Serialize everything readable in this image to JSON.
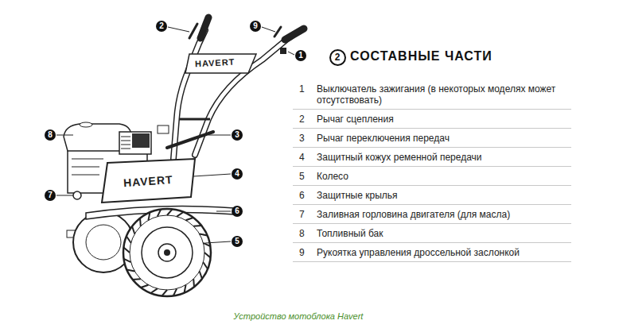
{
  "diagram": {
    "title": "СОСТАВНЫЕ ЧАСТИ",
    "caption": "Устройство мотоблока Havert",
    "nodes": [
      {
        "text": [
          "2"
        ]
      },
      {
        "text": [
          "9"
        ]
      },
      {
        "text": [
          "1"
        ]
      },
      {
        "text": [
          "2"
        ]
      },
      {
        "text": [
          "8"
        ]
      },
      {
        "text": [
          "3"
        ]
      },
      {
        "text": [
          "4"
        ]
      },
      {
        "text": [
          "7"
        ]
      },
      {
        "text": [
          "6"
        ]
      },
      {
        "text": [
          "5"
        ]
      }
    ],
    "labels": [
      "HAVERT",
      "HAVERT",
      "1",
      "Выключатель зажигания (в некоторых моделях может отсутствовать)",
      "2",
      "Рычаг сцепления",
      "3",
      "Рычаг переключения передач",
      "4",
      "Защитный кожух ременной передачи",
      "5",
      "Колесо",
      "6",
      "Защитные крылья",
      "7",
      "Заливная горловина двигателя (для масла)",
      "8",
      "Топливный бак",
      "9",
      "Рукоятка управления дроссельной заслонкой"
    ]
  }
}
